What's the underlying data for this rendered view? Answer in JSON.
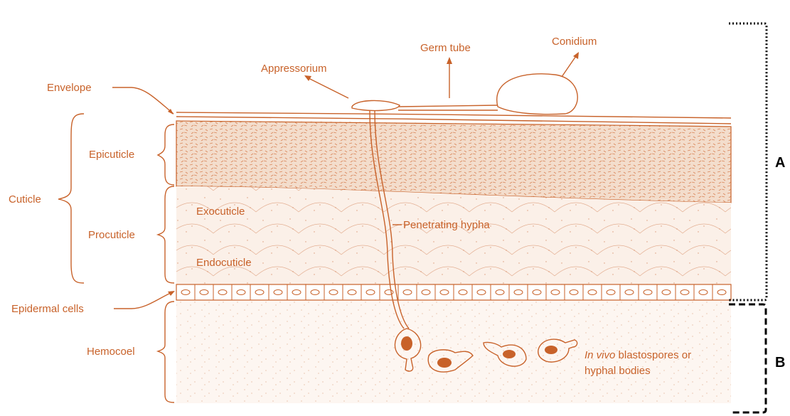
{
  "labels": {
    "envelope": "Envelope",
    "appressorium": "Appressorium",
    "germ_tube": "Germ tube",
    "conidium": "Conidium",
    "cuticle": "Cuticle",
    "epicuticle": "Epicuticle",
    "procuticle": "Procuticle",
    "exocuticle": "Exocuticle",
    "endocuticle": "Endocuticle",
    "penetrating_hypha": "Penetrating hypha",
    "epidermal_cells": "Epidermal cells",
    "hemocoel": "Hemocoel",
    "blastospores_italic": "In vivo",
    "blastospores_rest": " blastospores or",
    "blastospores_line2": "hyphal bodies",
    "region_a": "A",
    "region_b": "B"
  },
  "colors": {
    "line": "#c8622a",
    "epicuticle_fill": "#f3ddcc",
    "procuticle_fill": "#fbf0e8",
    "hemocoel_fill": "#fdf6f1",
    "nucleus": "#c8622a"
  }
}
